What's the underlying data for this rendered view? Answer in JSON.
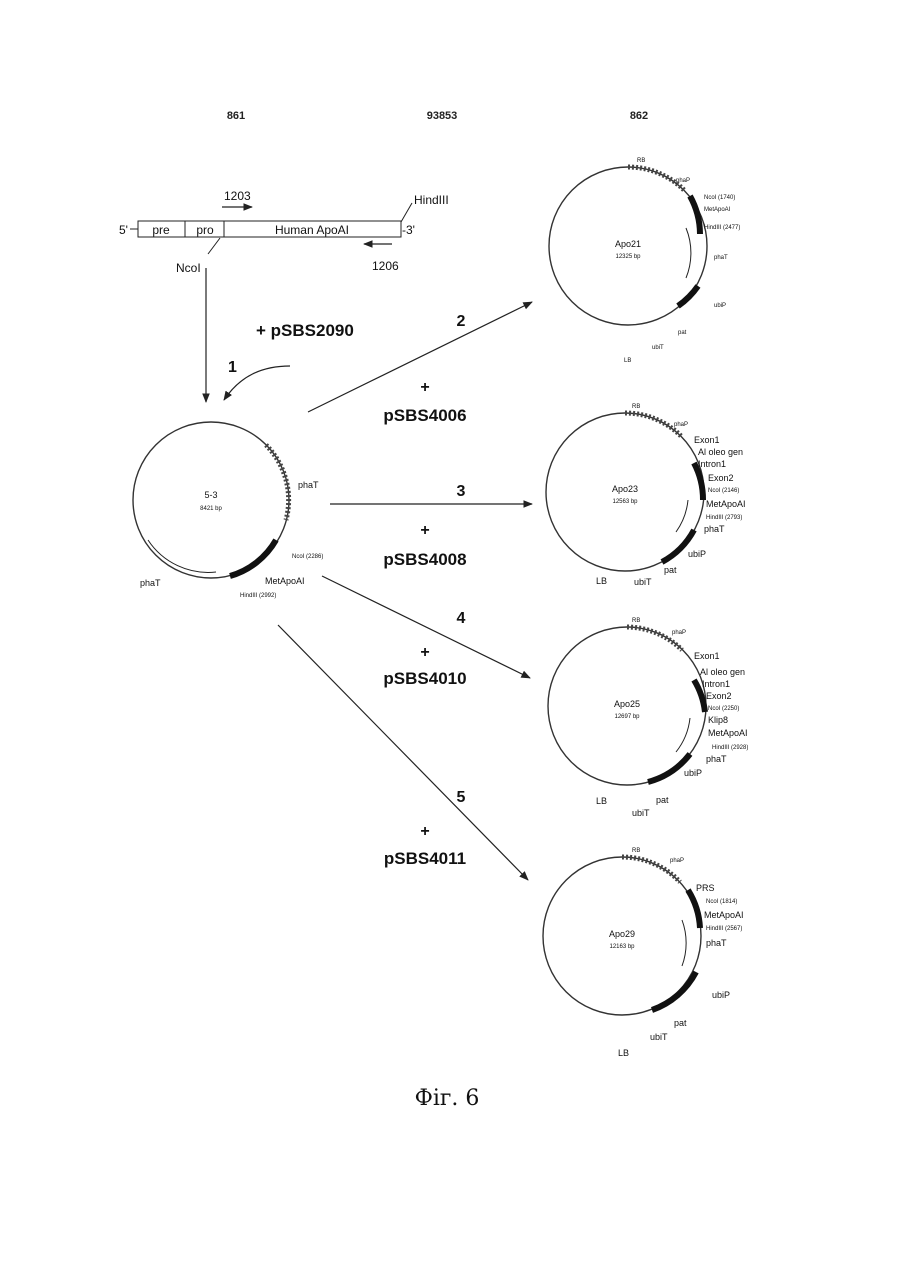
{
  "header": {
    "left_number": "861",
    "center_number": "93853",
    "right_number": "862"
  },
  "construct": {
    "five_prime": "5'",
    "three_prime": "-3'",
    "segment_pre": "pre",
    "segment_pro": "pro",
    "segment_main": "Human ApoAI",
    "primer_forward": "1203",
    "primer_reverse": "1206",
    "site_left": "NcoI",
    "site_right": "HindIII"
  },
  "step1": {
    "number": "1",
    "plasmid": "+ pSBS2090"
  },
  "intermediate": {
    "name": "5-3",
    "size": "8421 bp",
    "labels": {
      "phaT_right": "phaT",
      "phaT_left": "phaT",
      "ncoi": "NcoI (2286)",
      "metapoai": "MetApoAI",
      "hindiii": "HindIII (2992)"
    }
  },
  "steps": [
    {
      "number": "2",
      "plus": "+",
      "plasmid": "pSBS4006"
    },
    {
      "number": "3",
      "plus": "+",
      "plasmid": "pSBS4008"
    },
    {
      "number": "4",
      "plus": "+",
      "plasmid": "pSBS4010"
    },
    {
      "number": "5",
      "plus": "+",
      "plasmid": "pSBS4011"
    }
  ],
  "products": [
    {
      "name": "Apo21",
      "size": "12325 bp",
      "labels": [
        "RB",
        "phaP",
        "NcoI (1740)",
        "MetApoAI",
        "HindIII (2477)",
        "phaT",
        "ubiP",
        "pat",
        "ubiT",
        "LB"
      ]
    },
    {
      "name": "Apo23",
      "size": "12563 bp",
      "labels": [
        "RB",
        "phaP",
        "Exon1",
        "Al oleo gen",
        "Intron1",
        "Exon2",
        "NcoI (2146)",
        "MetApoAI",
        "HindIII (2793)",
        "phaT",
        "ubiP",
        "pat",
        "ubiT",
        "LB"
      ]
    },
    {
      "name": "Apo25",
      "size": "12697 bp",
      "labels": [
        "RB",
        "phaP",
        "Exon1",
        "Al oleo gen",
        "Intron1",
        "Exon2",
        "NcoI (2250)",
        "Klip8",
        "MetApoAI",
        "HindIII (2928)",
        "phaT",
        "ubiP",
        "pat",
        "ubiT",
        "LB"
      ]
    },
    {
      "name": "Apo29",
      "size": "12163 bp",
      "labels": [
        "RB",
        "phaP",
        "PRS",
        "NcoI (1814)",
        "MetApoAI",
        "HindIII (2567)",
        "phaT",
        "ubiP",
        "pat",
        "ubiT",
        "LB"
      ]
    }
  ],
  "caption": "Фіг. 6"
}
